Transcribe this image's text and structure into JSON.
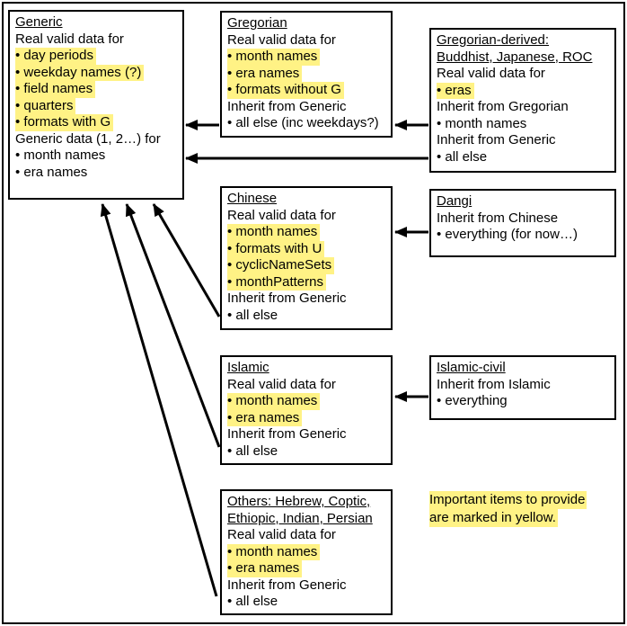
{
  "colors": {
    "highlight": "#FFF285",
    "border": "#000000",
    "background": "#FFFFFF"
  },
  "note": {
    "lines": [
      "Important items to provide",
      "are marked in yellow."
    ]
  },
  "boxes": [
    {
      "id": "generic",
      "title": [
        "Generic"
      ],
      "lines": [
        {
          "text": "Real valid data for",
          "bullet": false,
          "hl": false
        },
        {
          "text": "day periods",
          "bullet": true,
          "hl": true
        },
        {
          "text": "weekday names (?)",
          "bullet": true,
          "hl": true
        },
        {
          "text": "field names",
          "bullet": true,
          "hl": true
        },
        {
          "text": "quarters",
          "bullet": true,
          "hl": true
        },
        {
          "text": "formats with G",
          "bullet": true,
          "hl": true
        },
        {
          "text": "Generic data (1, 2…) for",
          "bullet": false,
          "hl": false
        },
        {
          "text": "month names",
          "bullet": true,
          "hl": false
        },
        {
          "text": "era names",
          "bullet": true,
          "hl": false
        }
      ]
    },
    {
      "id": "gregorian",
      "title": [
        "Gregorian"
      ],
      "lines": [
        {
          "text": "Real valid data for",
          "bullet": false,
          "hl": false
        },
        {
          "text": "month names",
          "bullet": true,
          "hl": true
        },
        {
          "text": "era names",
          "bullet": true,
          "hl": true
        },
        {
          "text": "formats without G",
          "bullet": true,
          "hl": true
        },
        {
          "text": "Inherit from Generic",
          "bullet": false,
          "hl": false
        },
        {
          "text": "all else (inc weekdays?)",
          "bullet": true,
          "hl": false
        }
      ]
    },
    {
      "id": "gregorian-derived",
      "title": [
        "Gregorian-derived:",
        "Buddhist, Japanese, ROC"
      ],
      "lines": [
        {
          "text": "Real valid data for",
          "bullet": false,
          "hl": false
        },
        {
          "text": "eras",
          "bullet": true,
          "hl": true
        },
        {
          "text": "Inherit from Gregorian",
          "bullet": false,
          "hl": false
        },
        {
          "text": "month names",
          "bullet": true,
          "hl": false
        },
        {
          "text": "Inherit from Generic",
          "bullet": false,
          "hl": false
        },
        {
          "text": "all else",
          "bullet": true,
          "hl": false
        }
      ]
    },
    {
      "id": "chinese",
      "title": [
        "Chinese"
      ],
      "lines": [
        {
          "text": "Real valid data for",
          "bullet": false,
          "hl": false
        },
        {
          "text": "month names",
          "bullet": true,
          "hl": true
        },
        {
          "text": "formats with U",
          "bullet": true,
          "hl": true
        },
        {
          "text": "cyclicNameSets",
          "bullet": true,
          "hl": true
        },
        {
          "text": "monthPatterns",
          "bullet": true,
          "hl": true
        },
        {
          "text": "Inherit from Generic",
          "bullet": false,
          "hl": false
        },
        {
          "text": "all else",
          "bullet": true,
          "hl": false
        }
      ]
    },
    {
      "id": "dangi",
      "title": [
        "Dangi"
      ],
      "lines": [
        {
          "text": "Inherit from Chinese",
          "bullet": false,
          "hl": false
        },
        {
          "text": "everything (for now…)",
          "bullet": true,
          "hl": false
        }
      ]
    },
    {
      "id": "islamic",
      "title": [
        "Islamic"
      ],
      "lines": [
        {
          "text": "Real valid data for",
          "bullet": false,
          "hl": false
        },
        {
          "text": "month names",
          "bullet": true,
          "hl": true
        },
        {
          "text": "era names",
          "bullet": true,
          "hl": true
        },
        {
          "text": "Inherit from Generic",
          "bullet": false,
          "hl": false
        },
        {
          "text": "all else",
          "bullet": true,
          "hl": false
        }
      ]
    },
    {
      "id": "islamic-civil",
      "title": [
        "Islamic-civil"
      ],
      "lines": [
        {
          "text": "Inherit from Islamic",
          "bullet": false,
          "hl": false
        },
        {
          "text": "everything",
          "bullet": true,
          "hl": false
        }
      ]
    },
    {
      "id": "others",
      "title": [
        "Others: Hebrew, Coptic,",
        "Ethiopic, Indian, Persian"
      ],
      "lines": [
        {
          "text": "Real valid data for",
          "bullet": false,
          "hl": false
        },
        {
          "text": "month names",
          "bullet": true,
          "hl": true
        },
        {
          "text": "era names",
          "bullet": true,
          "hl": true
        },
        {
          "text": "Inherit from Generic",
          "bullet": false,
          "hl": false
        },
        {
          "text": "all else",
          "bullet": true,
          "hl": false
        }
      ]
    }
  ],
  "edges": [
    {
      "from": "gregorian",
      "to": "generic"
    },
    {
      "from": "gregorian-derived",
      "to": "gregorian"
    },
    {
      "from": "gregorian-derived",
      "to": "generic"
    },
    {
      "from": "dangi",
      "to": "chinese"
    },
    {
      "from": "islamic-civil",
      "to": "islamic"
    },
    {
      "from": "chinese",
      "to": "generic"
    },
    {
      "from": "islamic",
      "to": "generic"
    },
    {
      "from": "others",
      "to": "generic"
    }
  ]
}
